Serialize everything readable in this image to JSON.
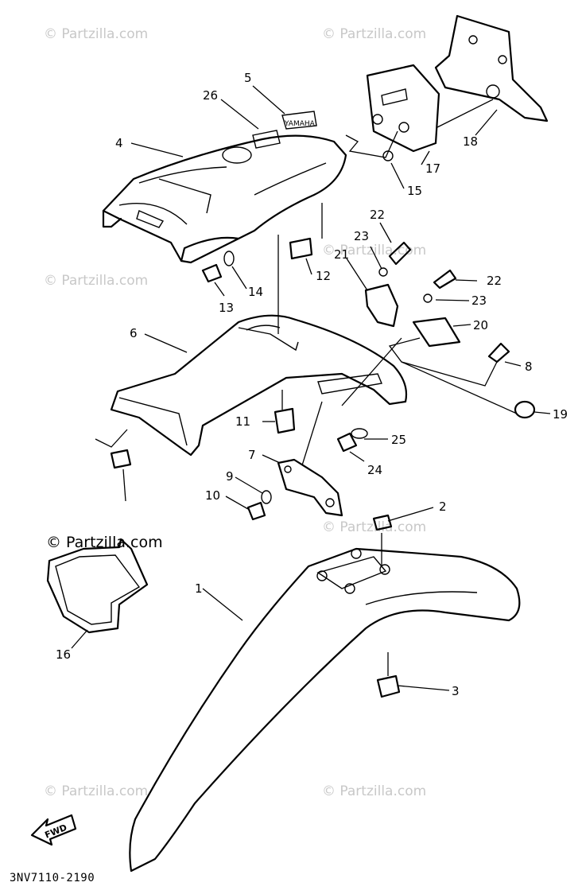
{
  "diagram": {
    "code": "3NV7110-2190",
    "watermark": "© Partzilla.com",
    "watermark_main": "© Partzilla.com",
    "fwd_label": "FWD",
    "emblem_text": "YAMAHA",
    "parts": [
      {
        "num": "1"
      },
      {
        "num": "2"
      },
      {
        "num": "3"
      },
      {
        "num": "4"
      },
      {
        "num": "5"
      },
      {
        "num": "6"
      },
      {
        "num": "7"
      },
      {
        "num": "8"
      },
      {
        "num": "9"
      },
      {
        "num": "10"
      },
      {
        "num": "11"
      },
      {
        "num": "12"
      },
      {
        "num": "13"
      },
      {
        "num": "14"
      },
      {
        "num": "15"
      },
      {
        "num": "16"
      },
      {
        "num": "17"
      },
      {
        "num": "18"
      },
      {
        "num": "19"
      },
      {
        "num": "20"
      },
      {
        "num": "21"
      },
      {
        "num": "22"
      },
      {
        "num": "22"
      },
      {
        "num": "23"
      },
      {
        "num": "23"
      },
      {
        "num": "24"
      },
      {
        "num": "25"
      },
      {
        "num": "26"
      }
    ]
  }
}
